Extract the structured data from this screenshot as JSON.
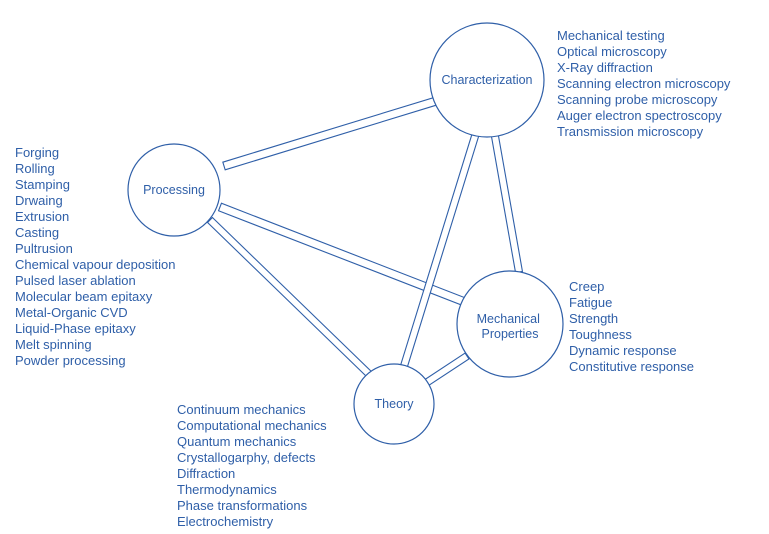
{
  "colors": {
    "line": "#2f5fa8",
    "text": "#2f5fa8",
    "background": "#ffffff"
  },
  "nodes": {
    "characterization": {
      "label": "Characterization"
    },
    "processing": {
      "label": "Processing"
    },
    "mechanical": {
      "label_lines": [
        "Mechanical",
        "Properties"
      ]
    },
    "theory": {
      "label": "Theory"
    }
  },
  "lists": {
    "characterization": [
      "Mechanical testing",
      "Optical microscopy",
      "X-Ray diffraction",
      "Scanning electron microscopy",
      "Scanning probe microscopy",
      "Auger electron spectroscopy",
      "Transmission microscopy"
    ],
    "processing": [
      "Forging",
      "Rolling",
      "Stamping",
      "Drwaing",
      "Extrusion",
      "Casting",
      "Pultrusion",
      "Chemical vapour deposition",
      "Pulsed laser ablation",
      "Molecular beam epitaxy",
      "Metal-Organic CVD",
      "Liquid-Phase epitaxy",
      "Melt spinning",
      "Powder processing"
    ],
    "mechanical": [
      "Creep",
      "Fatigue",
      "Strength",
      "Toughness",
      "Dynamic response",
      "Constitutive response"
    ],
    "theory": [
      "Continuum mechanics",
      "Computational mechanics",
      "Quantum mechanics",
      "Crystallogarphy, defects",
      "Diffraction",
      "Thermodynamics",
      "Phase transformations",
      "Electrochemistry"
    ]
  }
}
